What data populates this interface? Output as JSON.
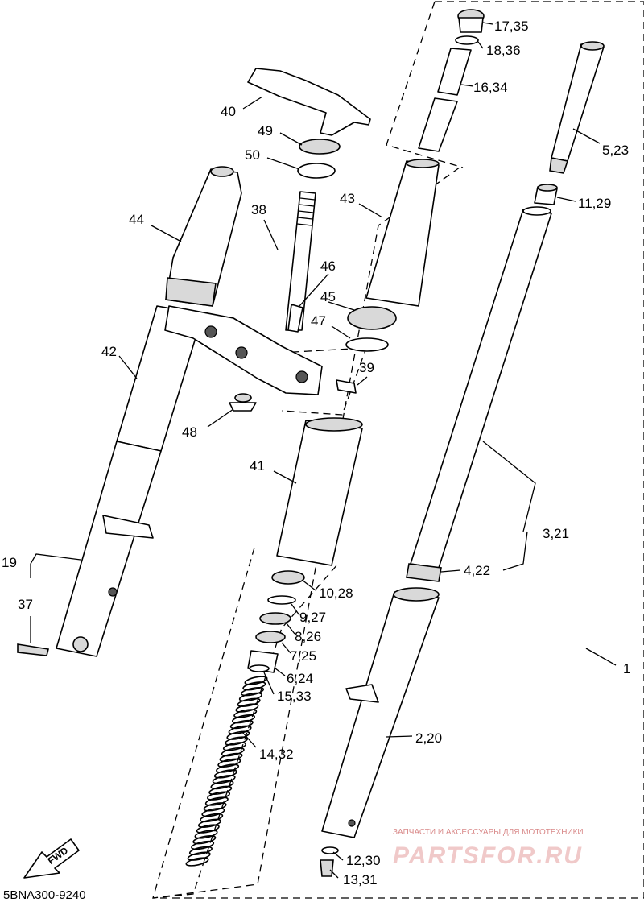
{
  "diagram_code": "5BNA300-9240",
  "direction_label": "FWD",
  "watermark": {
    "caption": "ЗАПЧАСТИ И АКСЕССУАРЫ ДЛЯ МОТОТЕХНИКИ",
    "brand": "PARTSFOR.RU"
  },
  "callouts": {
    "c1": "1",
    "c2_20": "2,20",
    "c3_21": "3,21",
    "c4_22": "4,22",
    "c5_23": "5,23",
    "c6_24": "6,24",
    "c7_25": "7,25",
    "c8_26": "8,26",
    "c9_27": "9,27",
    "c10_28": "10,28",
    "c11_29": "11,29",
    "c12_30": "12,30",
    "c13_31": "13,31",
    "c14_32": "14,32",
    "c15_33": "15,33",
    "c16_34": "16,34",
    "c17_35": "17,35",
    "c18_36": "18,36",
    "c19": "19",
    "c37": "37",
    "c38": "38",
    "c39": "39",
    "c40": "40",
    "c41": "41",
    "c42": "42",
    "c43": "43",
    "c44": "44",
    "c45": "45",
    "c46": "46",
    "c47": "47",
    "c48": "48",
    "c49": "49",
    "c50": "50"
  }
}
